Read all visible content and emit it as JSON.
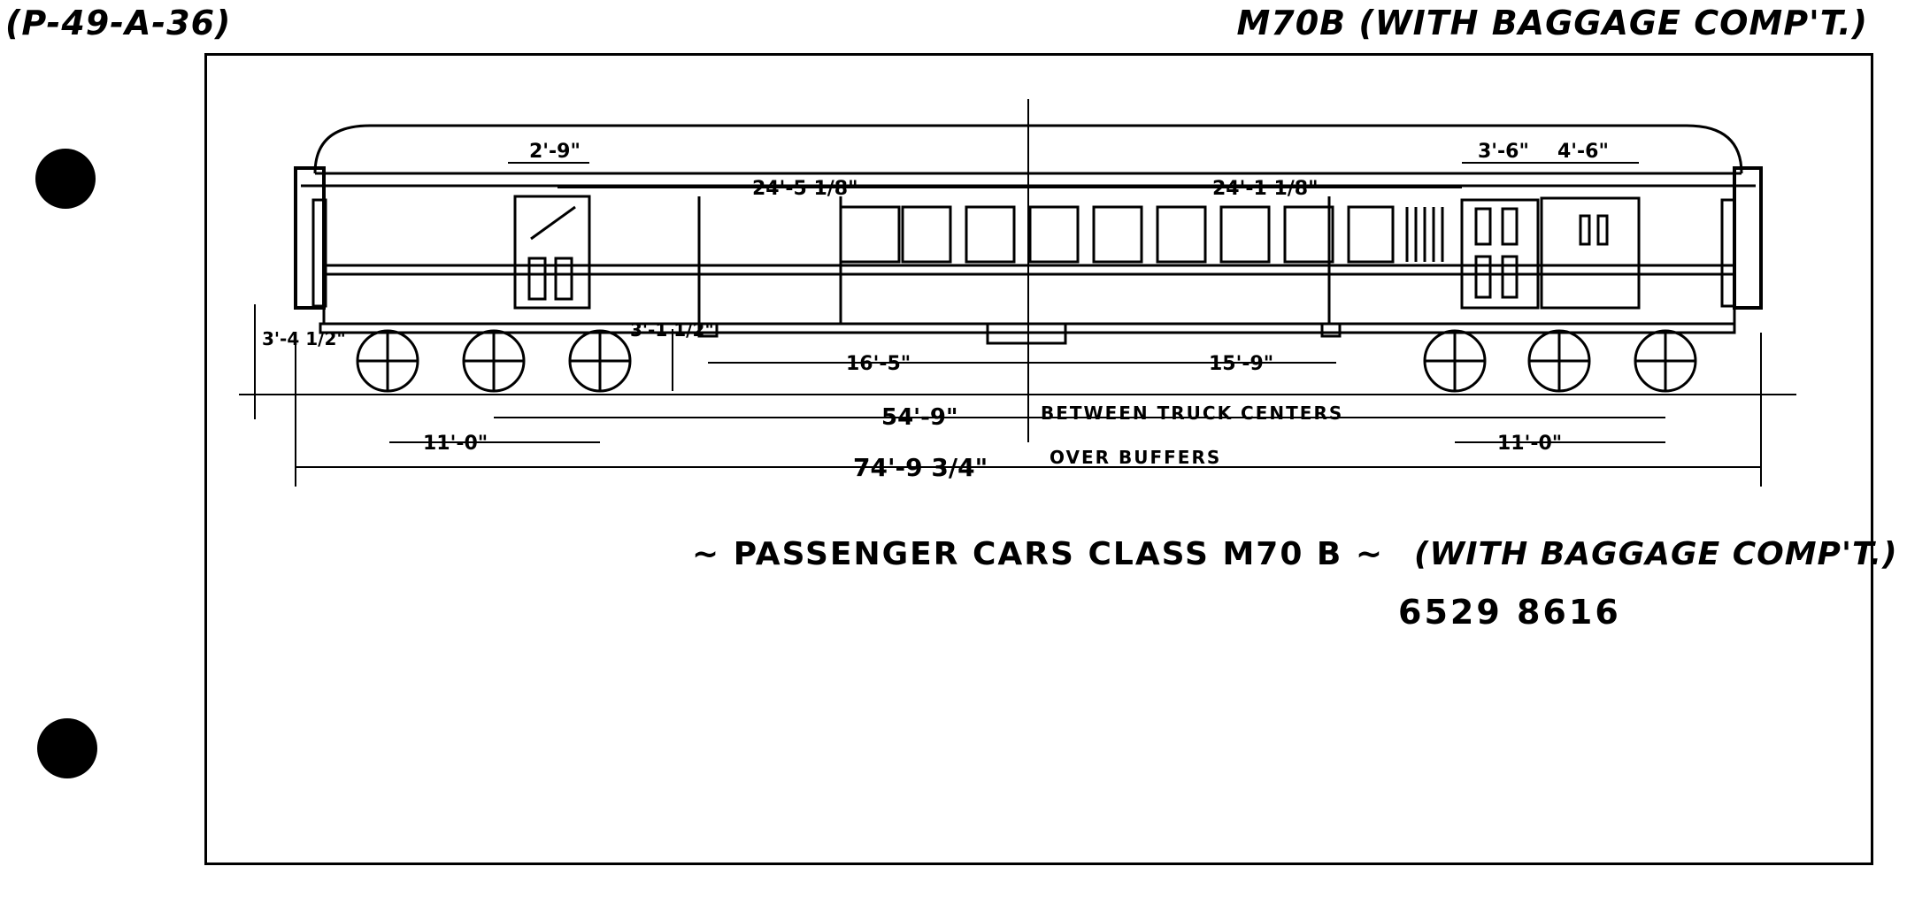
{
  "header": {
    "doc_ref": "(P-49-A-36)",
    "class_tag": "M70B (WITH BAGGAGE COMP'T.)"
  },
  "caption": {
    "title": "~ PASSENGER CARS CLASS M70 B ~",
    "subtitle": "(WITH BAGGAGE COMP'T.)",
    "car_numbers": "6529  8616"
  },
  "dimensions": {
    "door_width_left": "2'-9\"",
    "upper_left_span": "24'-5 1/8\"",
    "upper_right_span": "24'-1 1/8\"",
    "door_width_right": "3'-6\"",
    "baggage_door": "4'-6\"",
    "height_left": "3'-4 1/2\"",
    "wheel_height": "3'-1 1/2\"",
    "center_to_left": "16'-5\"",
    "center_to_right": "15'-9\"",
    "truck_centers": "54'-9\"",
    "truck_centers_label": "BETWEEN TRUCK CENTERS",
    "wheelbase_left": "11'-0\"",
    "wheelbase_right": "11'-0\"",
    "over_buffers": "74'-9 3/4\"",
    "over_buffers_label": "OVER BUFFERS"
  }
}
